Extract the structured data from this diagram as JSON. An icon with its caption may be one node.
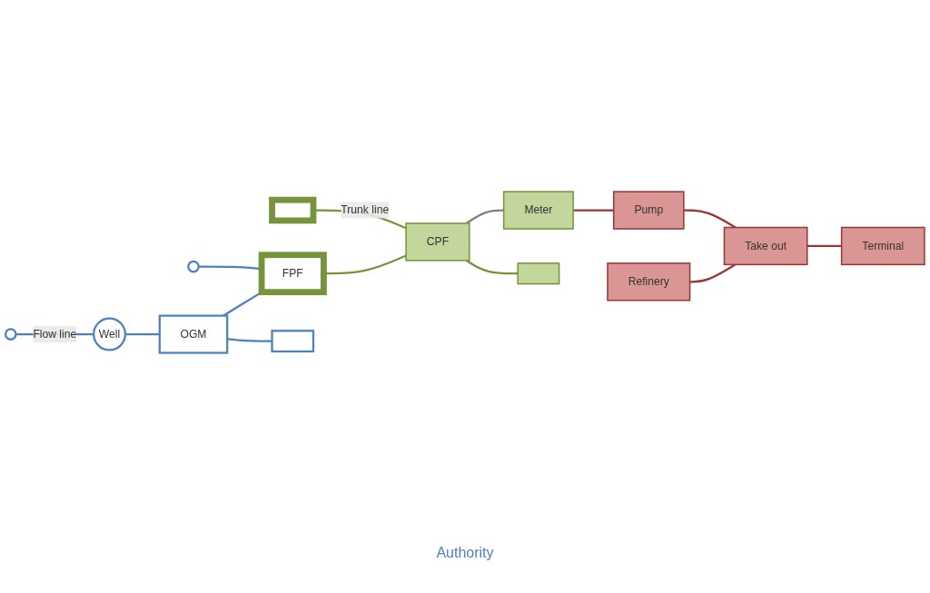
{
  "diagram": {
    "nodes": [
      {
        "text": [],
        "shape": "star"
      },
      {
        "text": [],
        "shape": "star"
      },
      {
        "text": [],
        "shape": "box"
      },
      {
        "text": [
          "Refinery"
        ]
      },
      {
        "text": [
          "Well"
        ]
      },
      {
        "text": [
          "OGM"
        ]
      },
      {
        "text": [
          "FPF"
        ]
      },
      {
        "text": [
          "CPF"
        ]
      },
      {
        "text": [
          "Meter"
        ]
      },
      {
        "text": [
          "Pump"
        ]
      },
      {
        "text": [
          "Take out"
        ]
      },
      {
        "text": [
          "Terminal"
        ]
      },
      {
        "text": [],
        "shape": "box"
      },
      {
        "text": [],
        "shape": "box"
      }
    ],
    "edges": [
      {
        "from": 0,
        "to": 4,
        "arrow": "none",
        "label": "Flow line"
      },
      {
        "from": 4,
        "to": 5,
        "arrow": "none"
      },
      {
        "from": 1,
        "to": 6,
        "arrow": "none"
      },
      {
        "from": 5,
        "to": 6,
        "arrow": "none"
      },
      {
        "from": 5,
        "to": 12,
        "arrow": "none"
      },
      {
        "from": 2,
        "to": 7,
        "arrow": "none",
        "label": "Trunk line",
        "color": "#77933c"
      },
      {
        "from": 6,
        "to": 7,
        "arrow": "none",
        "color": "#77933c"
      },
      {
        "from": 7,
        "to": 13,
        "arrow": "none",
        "color": "#77933c"
      },
      {
        "from": 7,
        "to": 8,
        "arrow": "none",
        "color": "#7f7f7f"
      },
      {
        "from": 8,
        "to": 9,
        "arrow": "none",
        "color": "#953735"
      },
      {
        "from": 9,
        "to": 10,
        "arrow": "none",
        "color": "#953735"
      },
      {
        "from": 3,
        "to": 10,
        "arrow": "none",
        "color": "#953735"
      },
      {
        "from": 10,
        "to": 11,
        "arrow": "none",
        "color": "#953735"
      }
    ],
    "labels": [
      "Authority"
    ]
  }
}
